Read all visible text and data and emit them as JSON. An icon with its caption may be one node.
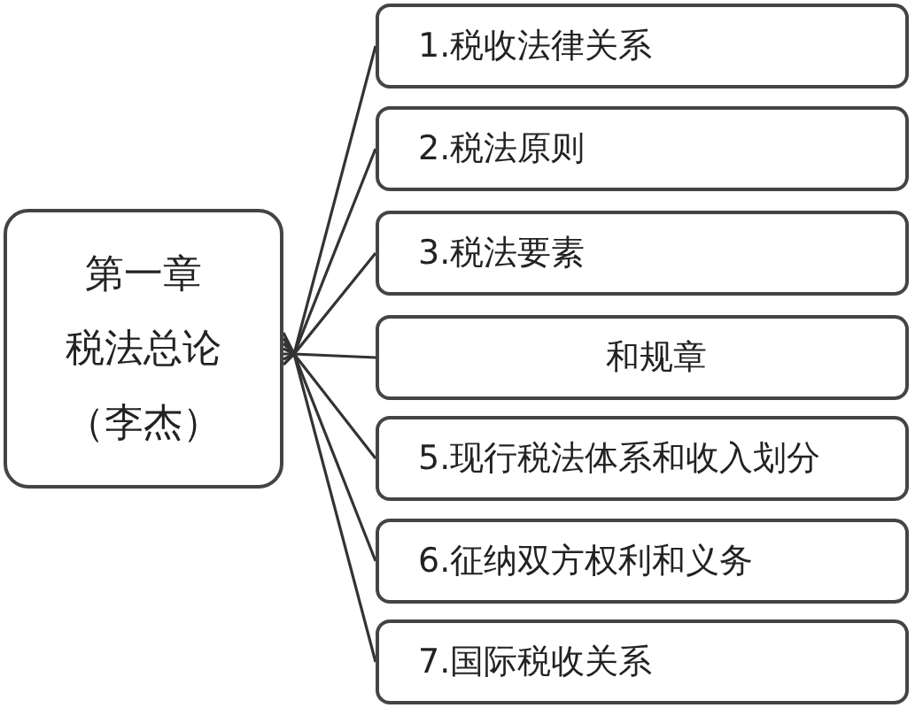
{
  "diagram": {
    "nodes": [
      {
        "text": [
          "第一章",
          "税法总论",
          "（李杰）"
        ]
      },
      {
        "text": [
          "1.税收法律关系"
        ]
      },
      {
        "text": [
          "2.税法原则"
        ]
      },
      {
        "text": [
          "3.税法要素"
        ]
      },
      {
        "text": [
          "和规章"
        ]
      },
      {
        "text": [
          "5.现行税法体系和收入划分"
        ]
      },
      {
        "text": [
          "6.征纳双方权利和义务"
        ]
      },
      {
        "text": [
          "7.国际税收关系"
        ]
      }
    ],
    "edges": [
      {
        "from": 0,
        "to": 1,
        "arrow": "none"
      },
      {
        "from": 0,
        "to": 2,
        "arrow": "none"
      },
      {
        "from": 0,
        "to": 3,
        "arrow": "none"
      },
      {
        "from": 0,
        "to": 4,
        "arrow": "none"
      },
      {
        "from": 0,
        "to": 5,
        "arrow": "none"
      },
      {
        "from": 0,
        "to": 6,
        "arrow": "none"
      },
      {
        "from": 0,
        "to": 7,
        "arrow": "none"
      }
    ]
  }
}
